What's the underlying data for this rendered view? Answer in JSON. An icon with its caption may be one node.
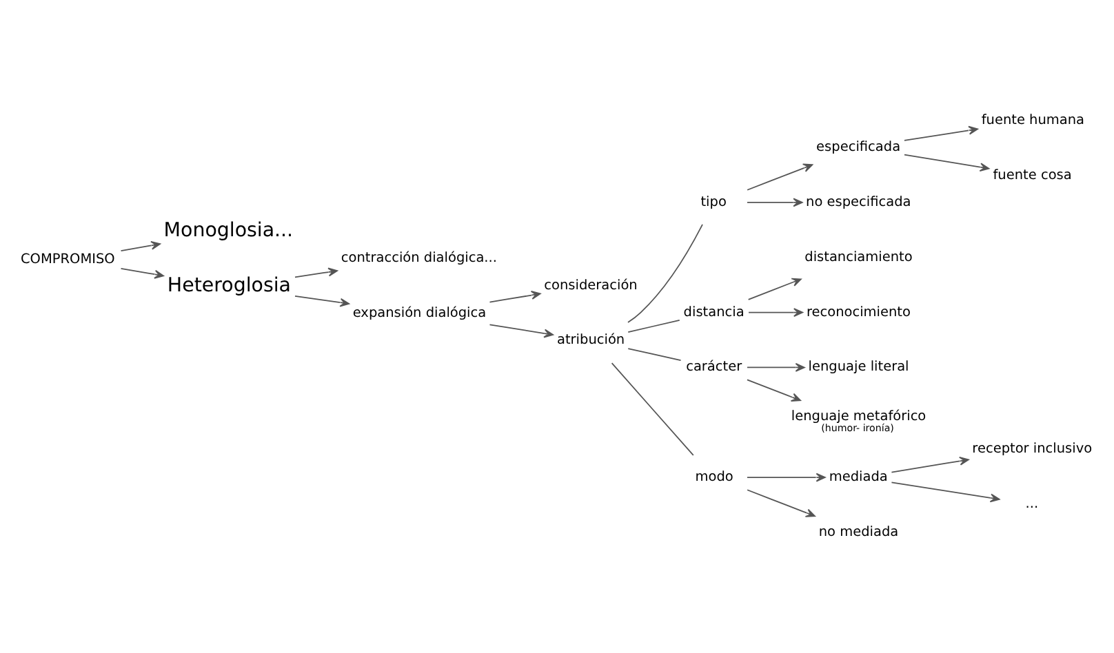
{
  "diagram": {
    "nodes": [
      {
        "text": [
          "COMPROMISO"
        ]
      },
      {
        "text": [
          "Monoglosia..."
        ]
      },
      {
        "text": [
          "Heteroglosia"
        ]
      },
      {
        "text": [
          "contracción dialógica..."
        ]
      },
      {
        "text": [
          "expansión dialógica"
        ]
      },
      {
        "text": [
          "consideración"
        ]
      },
      {
        "text": [
          "atribución"
        ]
      },
      {
        "text": [
          "tipo"
        ]
      },
      {
        "text": [
          "especificada"
        ]
      },
      {
        "text": [
          "fuente humana"
        ]
      },
      {
        "text": [
          "fuente cosa"
        ]
      },
      {
        "text": [
          "no especificada"
        ]
      },
      {
        "text": [
          "distancia"
        ]
      },
      {
        "text": [
          "distanciamiento"
        ]
      },
      {
        "text": [
          "reconocimiento"
        ]
      },
      {
        "text": [
          "carácter"
        ]
      },
      {
        "text": [
          "lenguaje literal"
        ]
      },
      {
        "text": [
          "lenguaje metafórico",
          "(humor- ironía)"
        ]
      },
      {
        "text": [
          "modo"
        ]
      },
      {
        "text": [
          "mediada"
        ]
      },
      {
        "text": [
          "receptor inclusivo"
        ]
      },
      {
        "text": [
          "..."
        ]
      },
      {
        "text": [
          "no mediada"
        ]
      }
    ],
    "edges": [
      {
        "from": 0,
        "to": 1,
        "arrow": "to"
      },
      {
        "from": 0,
        "to": 2,
        "arrow": "to"
      },
      {
        "from": 2,
        "to": 3,
        "arrow": "to"
      },
      {
        "from": 2,
        "to": 4,
        "arrow": "to"
      },
      {
        "from": 4,
        "to": 5,
        "arrow": "to"
      },
      {
        "from": 4,
        "to": 6,
        "arrow": "to"
      },
      {
        "from": 6,
        "to": 7,
        "arrow": "none"
      },
      {
        "from": 6,
        "to": 12,
        "arrow": "none"
      },
      {
        "from": 6,
        "to": 15,
        "arrow": "none"
      },
      {
        "from": 6,
        "to": 18,
        "arrow": "none"
      },
      {
        "from": 7,
        "to": 8,
        "arrow": "to"
      },
      {
        "from": 7,
        "to": 11,
        "arrow": "to"
      },
      {
        "from": 8,
        "to": 9,
        "arrow": "to"
      },
      {
        "from": 8,
        "to": 10,
        "arrow": "to"
      },
      {
        "from": 12,
        "to": 13,
        "arrow": "to"
      },
      {
        "from": 12,
        "to": 14,
        "arrow": "to"
      },
      {
        "from": 15,
        "to": 16,
        "arrow": "to"
      },
      {
        "from": 15,
        "to": 17,
        "arrow": "to"
      },
      {
        "from": 18,
        "to": 19,
        "arrow": "to"
      },
      {
        "from": 18,
        "to": 22,
        "arrow": "to"
      },
      {
        "from": 19,
        "to": 20,
        "arrow": "to"
      },
      {
        "from": 19,
        "to": 21,
        "arrow": "to"
      }
    ]
  }
}
